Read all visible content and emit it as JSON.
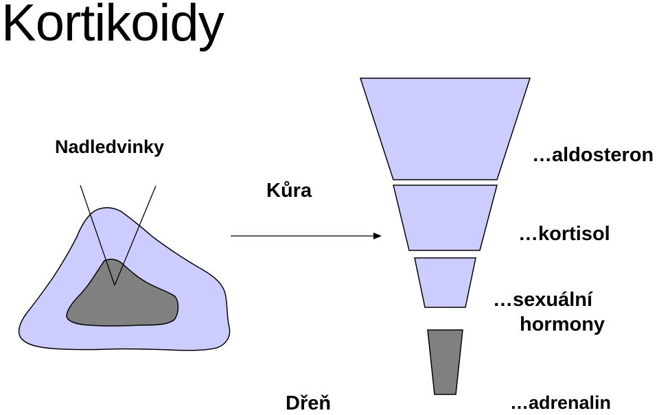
{
  "title": "Kortikoidy",
  "labels": {
    "adrenal": "Nadledvinky",
    "cortex": "Kůra",
    "medulla": "Dřeň"
  },
  "hormones": {
    "aldosterone": "…aldosteron",
    "cortisol": "…kortisol",
    "sex_line1": "…sexuální",
    "sex_line2": "hormony",
    "adrenaline": "…adrenalin"
  },
  "colors": {
    "cortex": "#ccccff",
    "medulla": "#808080",
    "outline": "#000000"
  }
}
